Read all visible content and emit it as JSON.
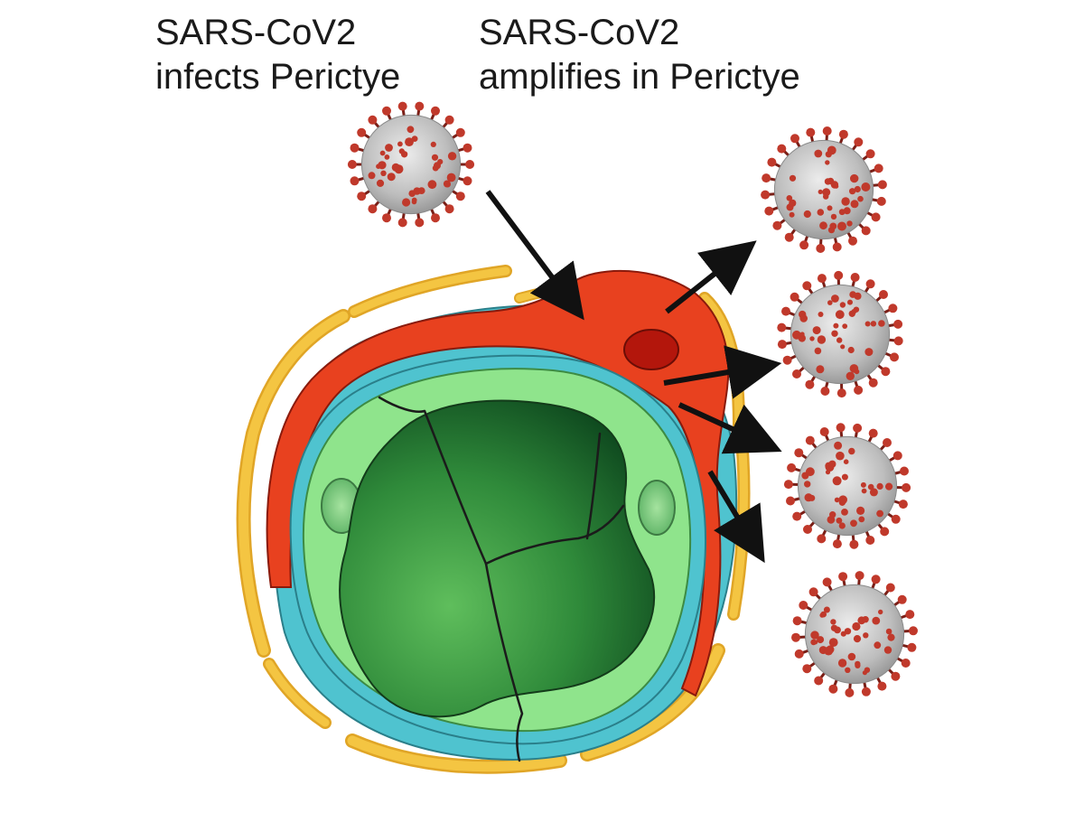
{
  "captions": {
    "infects": {
      "line1": "SARS-CoV2",
      "line2": "infects Perictye"
    },
    "amplifies": {
      "line1": "SARS-CoV2",
      "line2": "amplifies in Perictye"
    }
  },
  "colors": {
    "background": "#ffffff",
    "basement_membrane": "#f4c542",
    "pericyte": "#e8411f",
    "pericyte_nucleus": "#b3160c",
    "endothelium_border": "#4fc3cf",
    "endothelium": "#8fe48c",
    "endothelial_nucleus": "#6fc673",
    "lumen_light": "#5fbe5c",
    "lumen_dark": "#0f4a1f",
    "virus_spike": "#c0392b",
    "virus_body": "#cfcfcf",
    "arrow": "#111111"
  },
  "icons": {
    "virus": "coronavirus-particle-icon",
    "arrow": "arrow-icon"
  }
}
